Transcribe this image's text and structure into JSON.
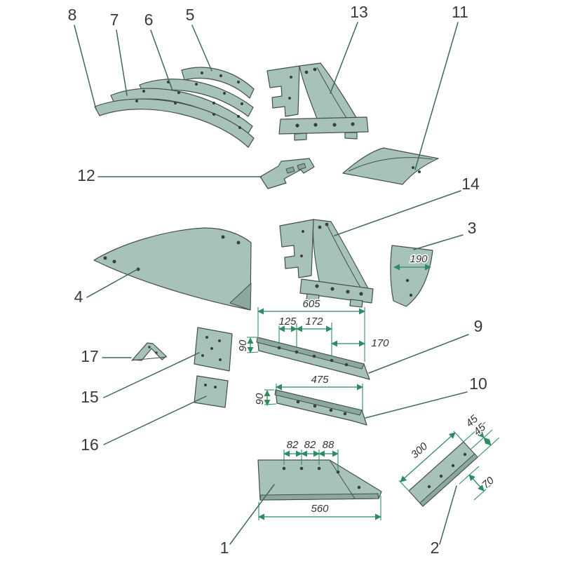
{
  "palette": {
    "part_fill": "#a6c2ba",
    "part_fill_dark": "#8aa89f",
    "part_stroke": "#454f4c",
    "hole_color": "#39413f",
    "leader_color": "#3f685a",
    "dim_color": "#2e8b62",
    "dim_text_color": "#333333",
    "label_color": "#3a3a3a"
  },
  "labels": {
    "p1": "1",
    "p2": "2",
    "p3": "3",
    "p4": "4",
    "p5": "5",
    "p6": "6",
    "p7": "7",
    "p8": "8",
    "p9": "9",
    "p10": "10",
    "p11": "11",
    "p12": "12",
    "p13": "13",
    "p14": "14",
    "p15": "15",
    "p16": "16",
    "p17": "17"
  },
  "dims": {
    "part1": {
      "spacing": [
        "82",
        "82",
        "88"
      ],
      "length": "560"
    },
    "part2": {
      "length": "300",
      "end_spacing": [
        "45",
        "45"
      ],
      "edge_width": "70"
    },
    "part3": {
      "top_width": "190"
    },
    "part9": {
      "length": "605",
      "hole_spacing_1": "125",
      "hole_spacing_2": "172",
      "end_offset": "170",
      "height": "90"
    },
    "part10": {
      "length": "475",
      "height": "90"
    }
  }
}
